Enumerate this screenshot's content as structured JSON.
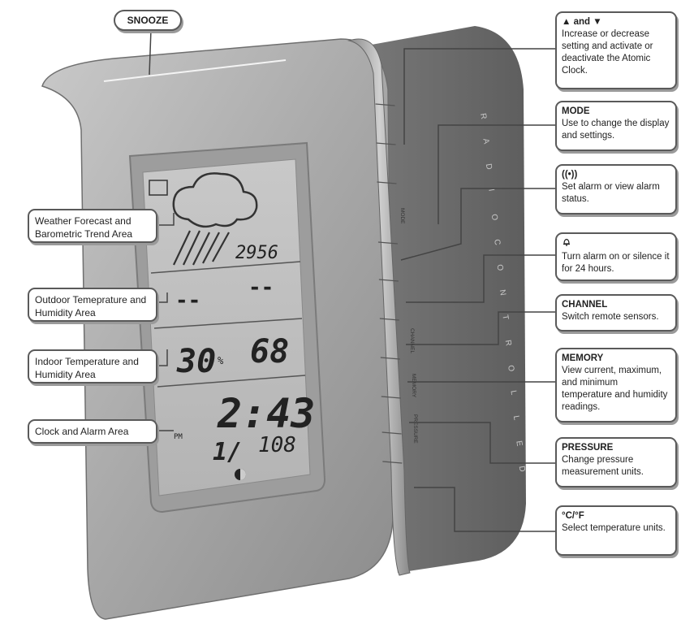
{
  "snooze_label": "SNOOZE",
  "left_callouts": [
    {
      "id": "weather",
      "text": "Weather Forecast and Barometric Trend Area"
    },
    {
      "id": "outdoor",
      "text": "Outdoor Temeprature and Humidity Area"
    },
    {
      "id": "indoor",
      "text": "Indoor Temperature and Humidity Area"
    },
    {
      "id": "clock",
      "text": "Clock and Alarm Area"
    }
  ],
  "right_callouts": [
    {
      "id": "updown",
      "title": "▲  and  ▼",
      "text": "Increase or decrease setting and activate or deactivate the Atomic Clock."
    },
    {
      "id": "mode",
      "title": "MODE",
      "text": "Use to change the display and settings."
    },
    {
      "id": "alarm-set",
      "title": "((•))",
      "text": "Set alarm or view alarm status."
    },
    {
      "id": "alarm-onoff",
      "title": "",
      "text": "Turn alarm on or silence it for 24 hours."
    },
    {
      "id": "channel",
      "title": "CHANNEL",
      "text": "Switch remote sensors."
    },
    {
      "id": "memory",
      "title": "MEMORY",
      "text": "View current, maximum, and minimum temperature and humidity readings."
    },
    {
      "id": "pressure",
      "title": "PRESSURE",
      "text": "Change pressure measurement units."
    },
    {
      "id": "cf",
      "title": "°C/°F",
      "text": "Select temperature units."
    }
  ],
  "side_text": "RADIO CONTROLLED",
  "button_labels": [
    "MODE",
    "CHANNEL",
    "MEMORY",
    "PRESSURE"
  ],
  "lcd": {
    "pressure": "2956",
    "outdoor_temp": "--",
    "outdoor_humidity": "--",
    "indoor_temp": "30",
    "indoor_humidity": "68",
    "humidity_unit": "%",
    "time": "2:43",
    "pm_label": "PM",
    "date_month": "1/",
    "date_day": "108"
  }
}
